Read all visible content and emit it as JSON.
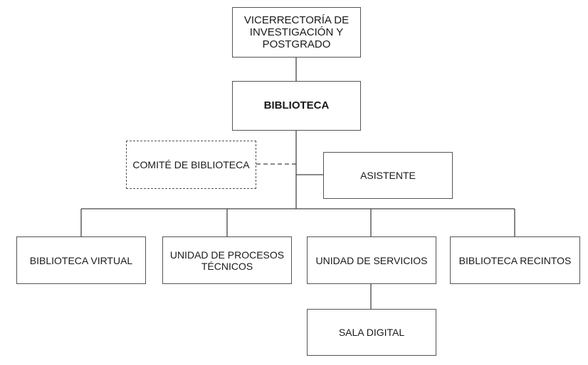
{
  "org_chart": {
    "top": "VICERRECTORÍA DE INVESTIGACIÓN Y POSTGRADO",
    "main": "BIBLIOTECA",
    "committee": "COMITÉ DE BIBLIOTECA",
    "assistant": "ASISTENTE",
    "units": [
      "BIBLIOTECA VIRTUAL",
      "UNIDAD DE PROCESOS TÉCNICOS",
      "UNIDAD DE SERVICIOS",
      "BIBLIOTECA RECINTOS"
    ],
    "sub_unit": "SALA DIGITAL"
  },
  "colors": {
    "line": "#444444",
    "border": "#555555"
  }
}
